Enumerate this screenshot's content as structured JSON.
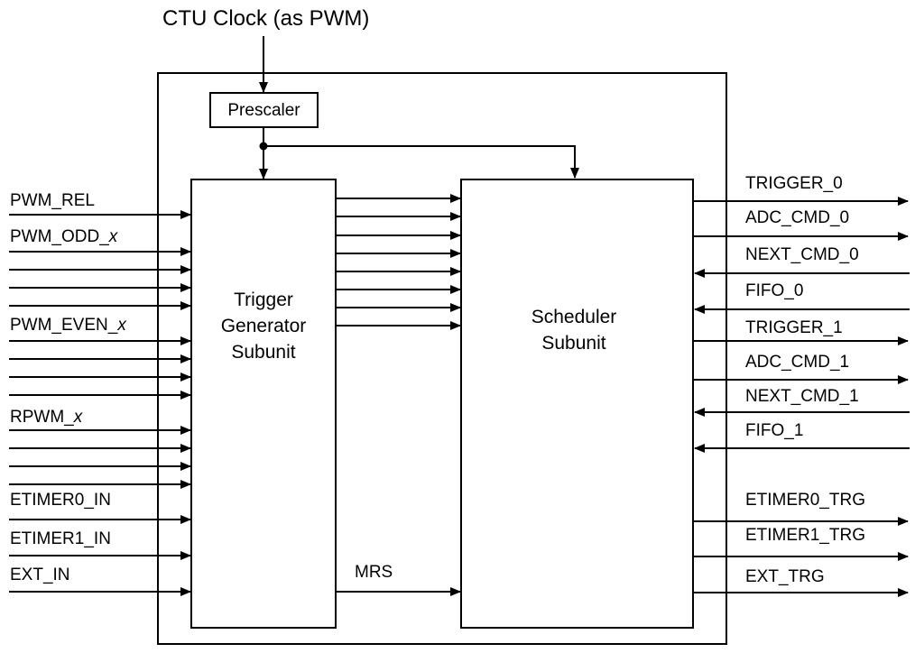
{
  "clock": {
    "label": "CTU Clock (as PWM)"
  },
  "prescaler": {
    "label": "Prescaler"
  },
  "trigger_block": {
    "lines": [
      "Trigger",
      "Generator",
      "Subunit"
    ]
  },
  "scheduler_block": {
    "lines": [
      "Scheduler",
      "Subunit"
    ]
  },
  "mrs": {
    "label": "MRS"
  },
  "inputs": [
    {
      "prefix": "PWM_REL",
      "suffix": ""
    },
    {
      "prefix": "PWM_ODD_",
      "suffix": "x"
    },
    {
      "prefix": "PWM_EVEN_",
      "suffix": "x"
    },
    {
      "prefix": "RPWM_",
      "suffix": "x"
    },
    {
      "prefix": "ETIMER0_IN",
      "suffix": ""
    },
    {
      "prefix": "ETIMER1_IN",
      "suffix": ""
    },
    {
      "prefix": "EXT_IN",
      "suffix": ""
    }
  ],
  "outputs": [
    "TRIGGER_0",
    "ADC_CMD_0",
    "NEXT_CMD_0",
    "FIFO_0",
    "TRIGGER_1",
    "ADC_CMD_1",
    "NEXT_CMD_1",
    "FIFO_1",
    "ETIMER0_TRG",
    "ETIMER1_TRG",
    "EXT_TRG"
  ]
}
